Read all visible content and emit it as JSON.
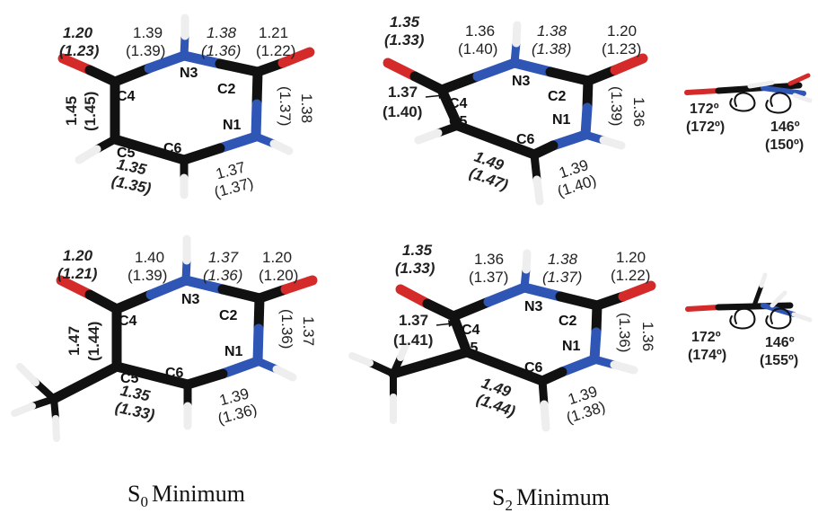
{
  "figure": {
    "captions": {
      "left": {
        "main": "S",
        "sub": "0",
        "rest": "Minimum"
      },
      "right": {
        "main": "S",
        "sub": "2",
        "rest": "Minimum"
      }
    },
    "panels": [
      {
        "id": "uracil-s0",
        "atoms": {
          "n3": "N3",
          "c4": "C4",
          "c2": "C2",
          "n1": "N1",
          "c5": "C5",
          "c6": "C6"
        },
        "bonds": {
          "c4o_a": "1.20",
          "c4o_b": "(1.23)",
          "c4n3_a": "1.39",
          "c4n3_b": "(1.39)",
          "n3c2_a": "1.38",
          "n3c2_b": "(1.36)",
          "c2o_a": "1.21",
          "c2o_b": "(1.22)",
          "c2n1_a": "1.38",
          "c2n1_b": "(1.37)",
          "c4c5_a": "1.45",
          "c4c5_b": "(1.45)",
          "c5c6_a": "1.35",
          "c5c6_b": "(1.35)",
          "c6n1_a": "1.37",
          "c6n1_b": "(1.37)"
        }
      },
      {
        "id": "uracil-s2",
        "atoms": {
          "n3": "N3",
          "c4": "C4",
          "c2": "C2",
          "n1": "N1",
          "c5": "C5",
          "c6": "C6"
        },
        "bonds": {
          "c4o_a": "1.35",
          "c4o_b": "(1.33)",
          "c4n3_a": "1.36",
          "c4n3_b": "(1.40)",
          "n3c2_a": "1.38",
          "n3c2_b": "(1.38)",
          "c2o_a": "1.20",
          "c2o_b": "(1.23)",
          "c2n1_a": "1.36",
          "c2n1_b": "(1.39)",
          "c4c5_a": "1.37",
          "c4c5_b": "(1.40)",
          "c5c6_a": "1.49",
          "c5c6_b": "(1.47)",
          "c6n1_a": "1.39",
          "c6n1_b": "(1.40)"
        },
        "side": {
          "ang1_a": "172º",
          "ang1_b": "(172º)",
          "ang2_a": "146º",
          "ang2_b": "(150º)"
        }
      },
      {
        "id": "thymine-s0",
        "atoms": {
          "n3": "N3",
          "c4": "C4",
          "c2": "C2",
          "n1": "N1",
          "c5": "C5",
          "c6": "C6"
        },
        "bonds": {
          "c4o_a": "1.20",
          "c4o_b": "(1.21)",
          "c4n3_a": "1.40",
          "c4n3_b": "(1.39)",
          "n3c2_a": "1.37",
          "n3c2_b": "(1.36)",
          "c2o_a": "1.20",
          "c2o_b": "(1.20)",
          "c2n1_a": "1.37",
          "c2n1_b": "(1.36)",
          "c4c5_a": "1.47",
          "c4c5_b": "(1.44)",
          "c5c6_a": "1.35",
          "c5c6_b": "(1.33)",
          "c6n1_a": "1.39",
          "c6n1_b": "(1.36)"
        }
      },
      {
        "id": "thymine-s2",
        "atoms": {
          "n3": "N3",
          "c4": "C4",
          "c2": "C2",
          "n1": "N1",
          "c5": "C5",
          "c6": "C6"
        },
        "bonds": {
          "c4o_a": "1.35",
          "c4o_b": "(1.33)",
          "c4n3_a": "1.36",
          "c4n3_b": "(1.37)",
          "n3c2_a": "1.38",
          "n3c2_b": "(1.37)",
          "c2o_a": "1.20",
          "c2o_b": "(1.22)",
          "c2n1_a": "1.36",
          "c2n1_b": "(1.36)",
          "c4c5_a": "1.37",
          "c4c5_b": "(1.41)",
          "c5c6_a": "1.49",
          "c5c6_b": "(1.44)",
          "c6n1_a": "1.39",
          "c6n1_b": "(1.38)"
        },
        "side": {
          "ang1_a": "172º",
          "ang1_b": "(174º)",
          "ang2_a": "146º",
          "ang2_b": "(155º)"
        }
      }
    ],
    "colors": {
      "carbon": "#111111",
      "nitrogen": "#2f55b5",
      "oxygen": "#d42a2a",
      "hydrogen": "#f2f2f2"
    }
  }
}
